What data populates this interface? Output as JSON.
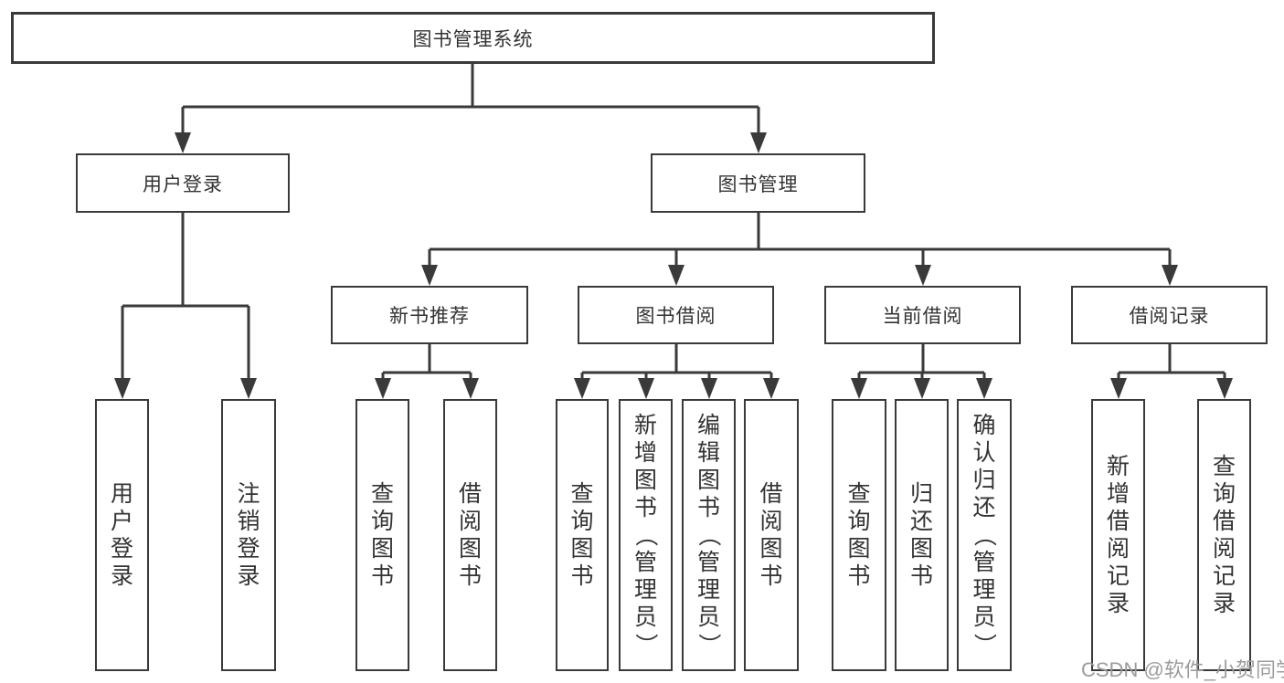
{
  "colors": {
    "line": "#3a3a3a",
    "text": "#333333",
    "watermark": "#9c9c9c",
    "background": "#ffffff"
  },
  "watermark": {
    "text": "CSDN @软件_小贺同学"
  },
  "tree": {
    "root": {
      "label": "图书管理系统"
    },
    "branches": [
      {
        "id": "user-login",
        "label": "用户登录",
        "children": [
          {
            "label": "用户登录"
          },
          {
            "label": "注销登录"
          }
        ]
      },
      {
        "id": "book-management",
        "label": "图书管理",
        "sections": [
          {
            "id": "new-book-recommendation",
            "label": "新书推荐",
            "children": [
              {
                "label": "查询图书"
              },
              {
                "label": "借阅图书"
              }
            ]
          },
          {
            "id": "book-borrowing",
            "label": "图书借阅",
            "children": [
              {
                "label": "查询图书"
              },
              {
                "label": "新增图书（管理员）"
              },
              {
                "label": "编辑图书（管理员）"
              },
              {
                "label": "借阅图书"
              }
            ]
          },
          {
            "id": "current-borrowing",
            "label": "当前借阅",
            "children": [
              {
                "label": "查询图书"
              },
              {
                "label": "归还图书"
              },
              {
                "label": "确认归还（管理员）"
              }
            ]
          },
          {
            "id": "borrowing-records",
            "label": "借阅记录",
            "children": [
              {
                "label": "新增借阅记录"
              },
              {
                "label": "查询借阅记录"
              }
            ]
          }
        ]
      }
    ]
  }
}
